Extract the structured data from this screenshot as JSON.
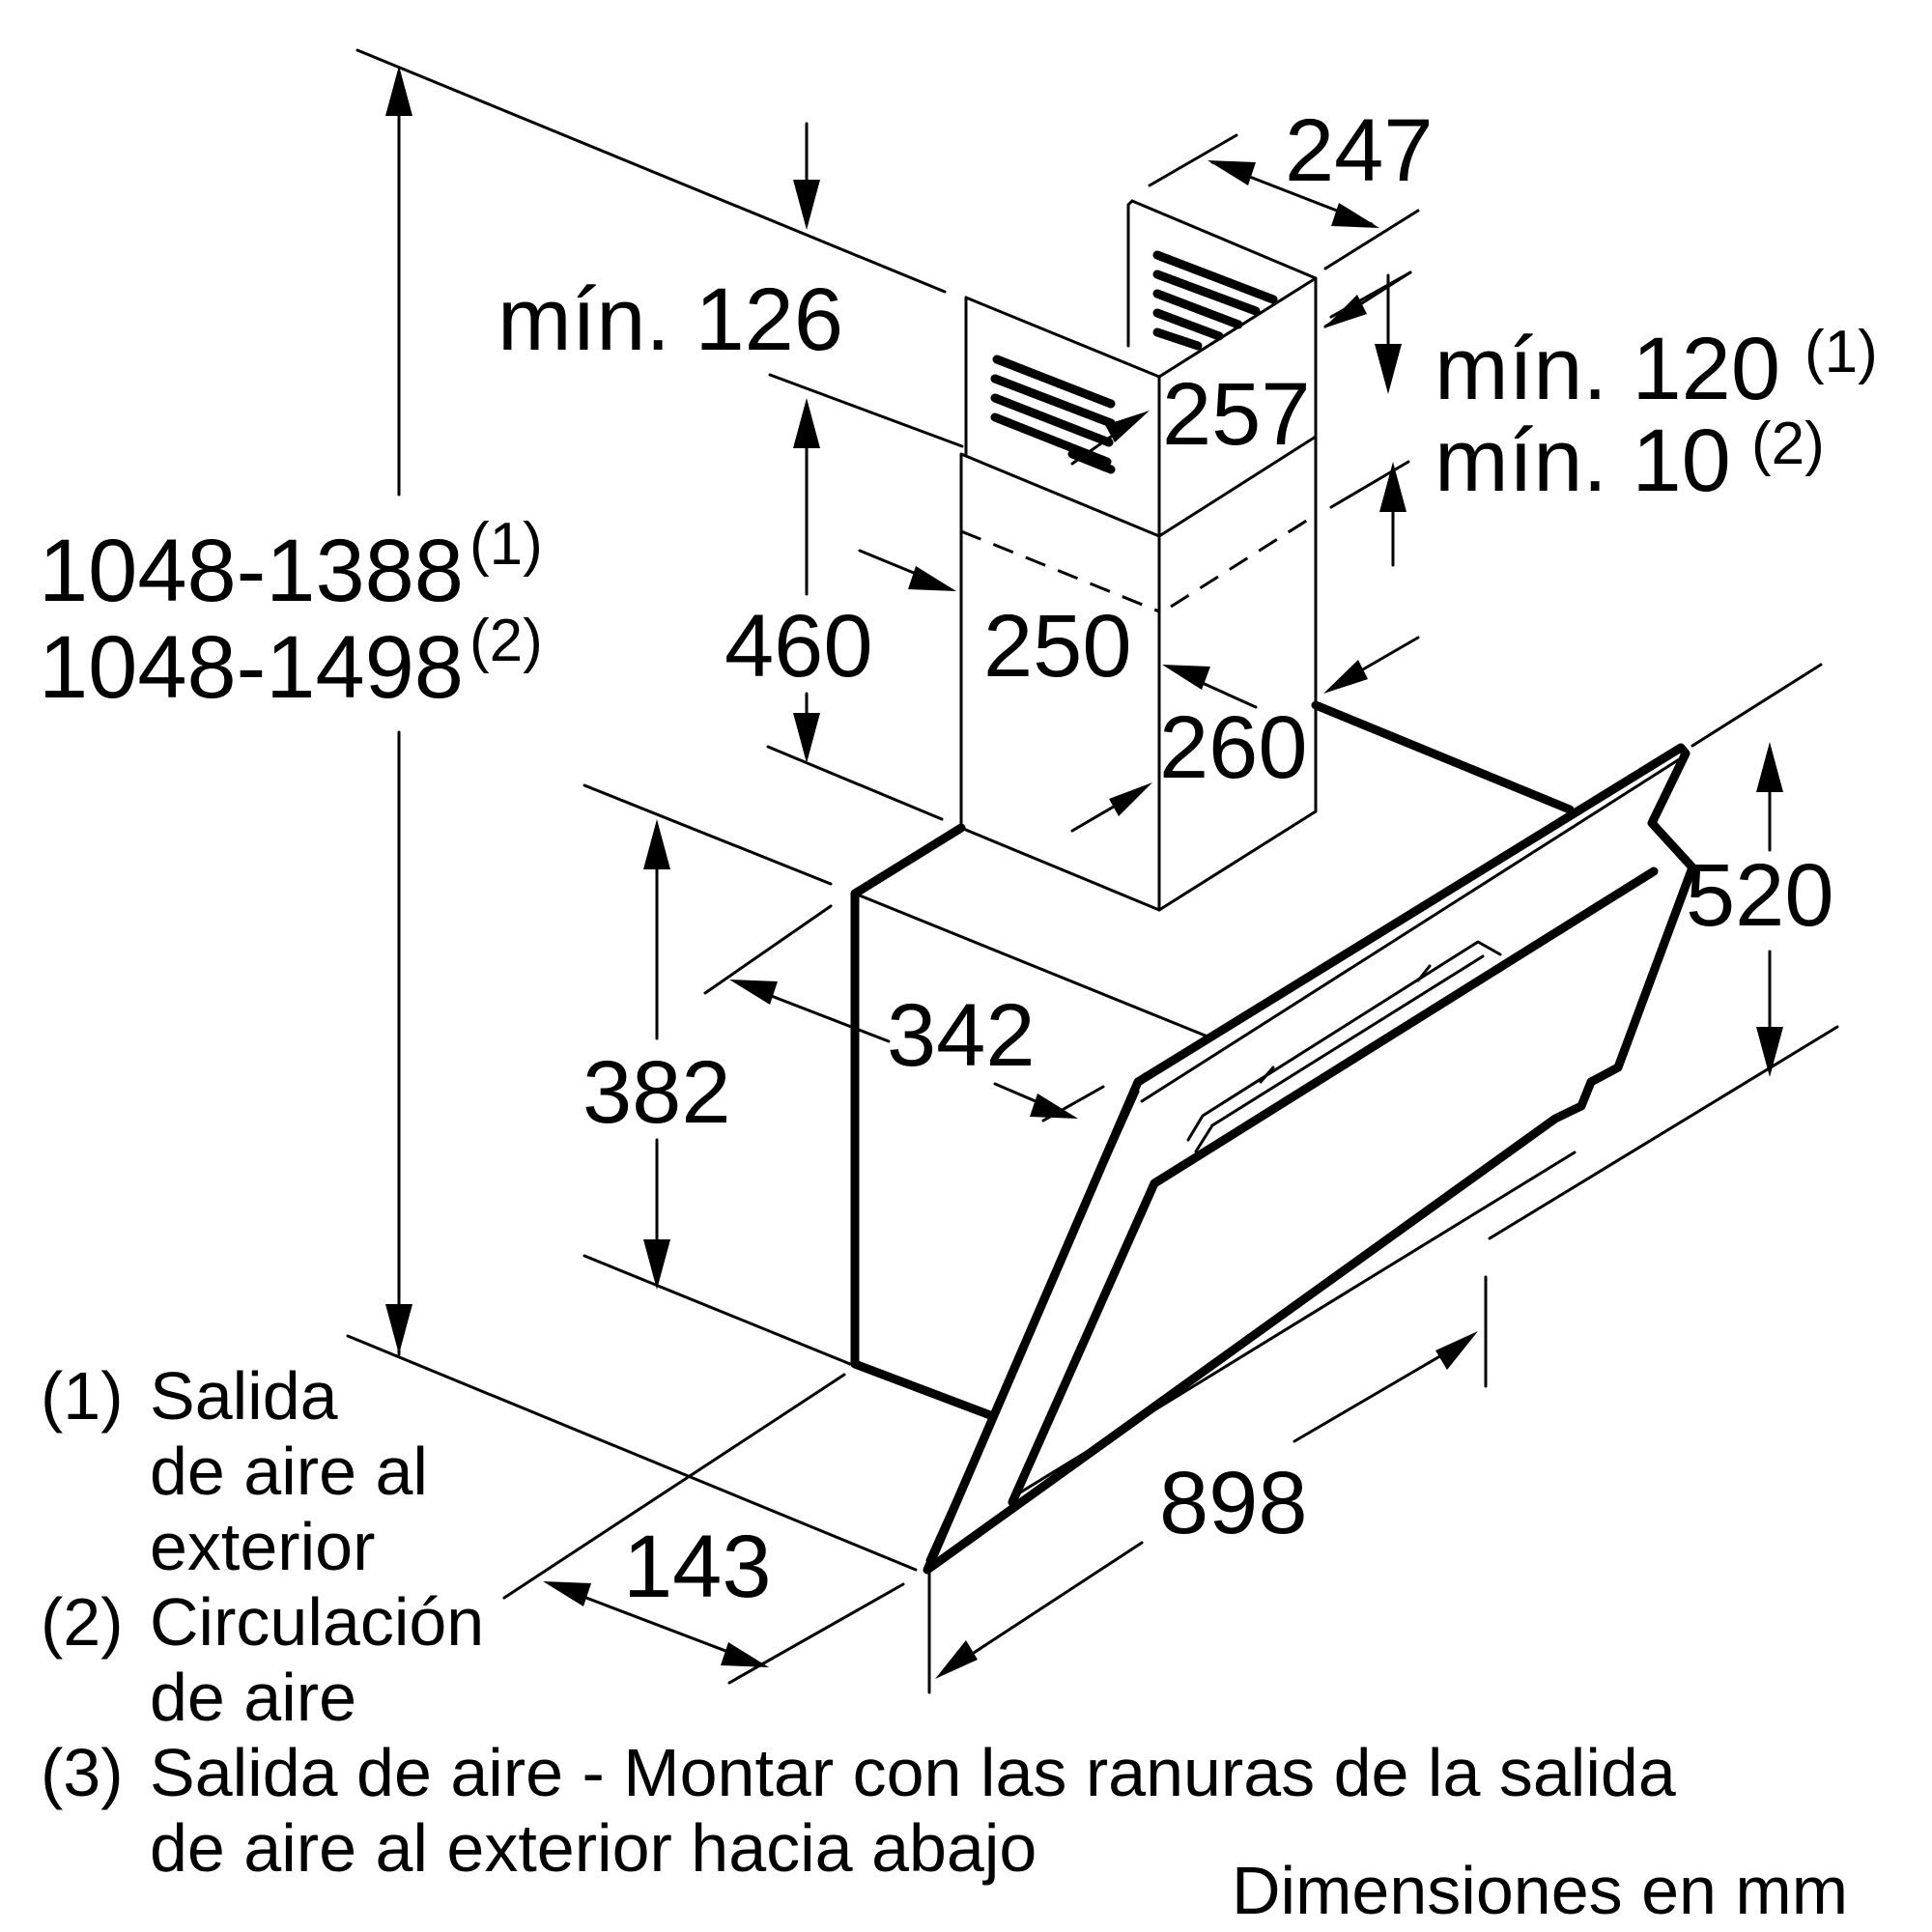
{
  "dimensions": {
    "height_range_1": "1048-1388",
    "height_range_2": "1048-1498",
    "height_range_1_sup": "(1)",
    "height_range_2_sup": "(2)",
    "min_top": "mín. 126",
    "chimney_width": "247",
    "chimney_depth": "257",
    "min_outlet_1": "mín. 120",
    "min_outlet_1_sup": "(1)",
    "min_outlet_2": "mín. 10",
    "min_outlet_2_sup": "(2)",
    "chimney_lower_height": "460",
    "inner_width": "250",
    "inner_depth": "260",
    "body_depth": "342",
    "body_height": "382",
    "glass_height": "520",
    "total_width": "898",
    "bottom_depth": "143"
  },
  "notes": [
    {
      "marker": "(1)",
      "lines": [
        "Salida",
        "de aire al",
        "exterior"
      ]
    },
    {
      "marker": "(2)",
      "lines": [
        "Circulación",
        "de aire"
      ]
    },
    {
      "marker": "(3)",
      "lines": [
        "Salida de aire - Montar con las ranuras de la salida",
        "de aire al exterior hacia abajo"
      ]
    }
  ],
  "units_label": "Dimensiones en mm"
}
